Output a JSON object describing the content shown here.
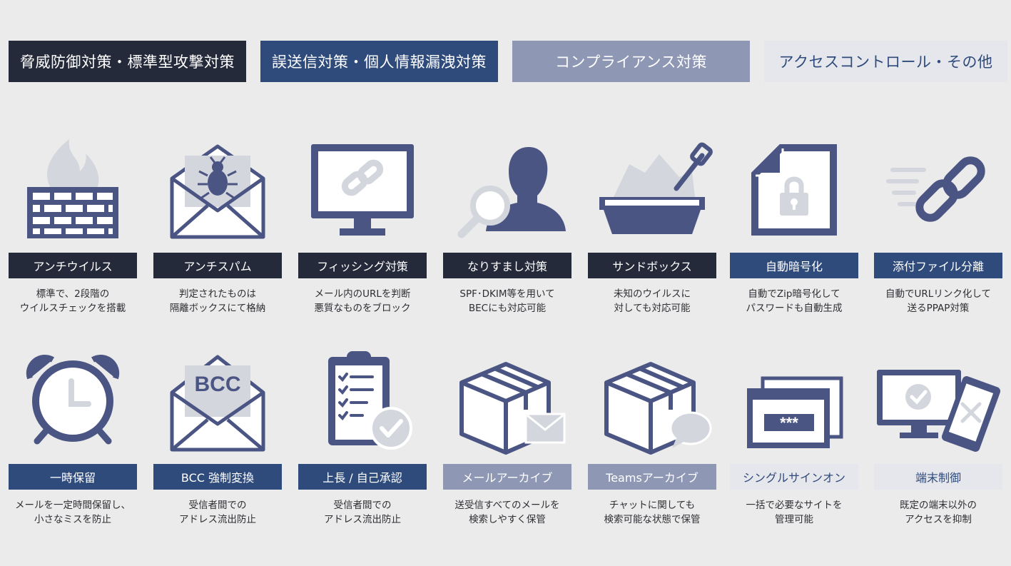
{
  "legend": [
    {
      "label": "脅威防御対策・標準型攻撃対策",
      "color": "#252a3b"
    },
    {
      "label": "誤送信対策・個人情報漏洩対策",
      "color": "#2f4b7c"
    },
    {
      "label": "コンプライアンス対策",
      "color": "#8e97b3"
    },
    {
      "label": "アクセスコントロール・その他",
      "color": "#e6e7ec"
    }
  ],
  "features": [
    {
      "label": "アンチウイルス",
      "icon": "firewall-icon",
      "desc": [
        "標準で、2段階の",
        "ウイルスチェックを搭載"
      ]
    },
    {
      "label": "アンチスパム",
      "icon": "bug-envelope-icon",
      "desc": [
        "判定されたものは",
        "隔離ボックスにて格納"
      ]
    },
    {
      "label": "フィッシング対策",
      "icon": "monitor-link-icon",
      "desc": [
        "メール内のURLを判断",
        "悪質なものをブロック"
      ]
    },
    {
      "label": "なりすまし対策",
      "icon": "person-search-icon",
      "desc": [
        "SPF･DKIM等を用いて",
        "BECにも対応可能"
      ]
    },
    {
      "label": "サンドボックス",
      "icon": "sandbox-icon",
      "desc": [
        "未知のウイルスに",
        "対しても対応可能"
      ]
    },
    {
      "label": "自動暗号化",
      "icon": "locked-file-icon",
      "desc": [
        "自動でZip暗号化して",
        "パスワードも自動生成"
      ]
    },
    {
      "label": "添付ファイル分離",
      "icon": "chain-link-icon",
      "desc": [
        "自動でURLリンク化して",
        "送るPPAP対策"
      ]
    },
    {
      "label": "一時保留",
      "icon": "alarm-clock-icon",
      "desc": [
        "メールを一定時間保留し、",
        "小さなミスを防止"
      ]
    },
    {
      "label": "BCC 強制変換",
      "icon": "bcc-envelope-icon",
      "bcc_text": "BCC",
      "desc": [
        "受信者間での",
        "アドレス流出防止"
      ]
    },
    {
      "label": "上長 / 自己承認",
      "icon": "checklist-clipboard-icon",
      "desc": [
        "受信者間での",
        "アドレス流出防止"
      ]
    },
    {
      "label": "メールアーカイブ",
      "icon": "box-mail-icon",
      "desc": [
        "送受信すべてのメールを",
        "検索しやすく保管"
      ]
    },
    {
      "label": "Teamsアーカイブ",
      "icon": "box-chat-icon",
      "desc": [
        "チャットに関しても",
        "検索可能な状態で保管"
      ]
    },
    {
      "label": "シングルサインオン",
      "icon": "password-window-icon",
      "password_text": "***",
      "desc": [
        "一括で必要なサイトを",
        "管理可能"
      ]
    },
    {
      "label": "端末制御",
      "icon": "devices-icon",
      "desc": [
        "既定の端末以外の",
        "アクセスを抑制"
      ]
    }
  ]
}
